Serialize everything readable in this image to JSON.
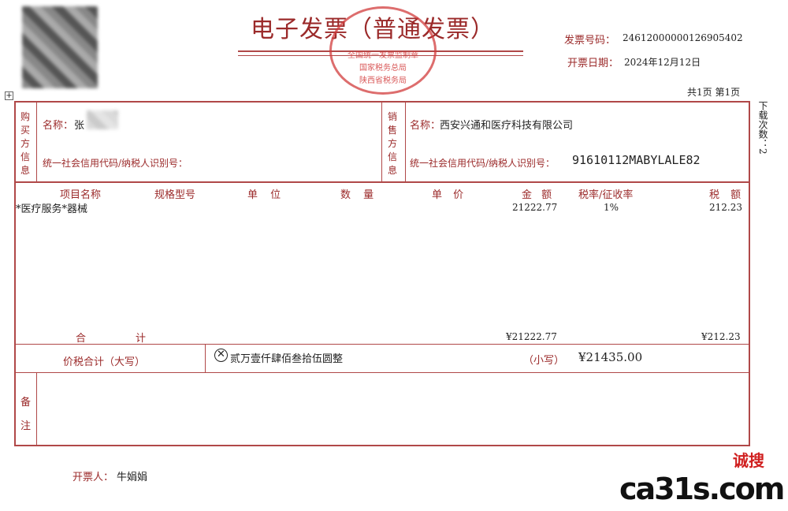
{
  "title": "电子发票（普通发票）",
  "invoice_no_label": "发票号码：",
  "invoice_no": "24612000000126905402",
  "date_label": "开票日期：",
  "date": "2024年12月12日",
  "pages": "共1页  第1页",
  "seal": {
    "top": "全国统一发票监制章",
    "mid": "国家税务总局",
    "bottom": "陕西省税务局"
  },
  "buyer": {
    "section": "购买方信息",
    "name_label": "名称：",
    "name": "张",
    "tax_label": "统一社会信用代码/纳税人识别号：",
    "tax_id": ""
  },
  "seller": {
    "section": "销售方信息",
    "name_label": "名称：",
    "name": "西安兴通和医疗科技有限公司",
    "tax_label": "统一社会信用代码/纳税人识别号：",
    "tax_id": "91610112MABYLALE82"
  },
  "download_count": "下载次数：2",
  "columns": [
    "项目名称",
    "规格型号",
    "单 位",
    "数 量",
    "单 价",
    "金 额",
    "税率/征收率",
    "税 额"
  ],
  "items": [
    {
      "name": "*医疗服务*器械",
      "amount": "21222.77",
      "rate": "1%",
      "tax": "212.23"
    }
  ],
  "total_label_1": "合",
  "total_label_2": "计",
  "total_amount": "¥21222.77",
  "total_tax": "¥212.23",
  "grand_label": "价税合计（大写）",
  "grand_words": "贰万壹仟肆佰叁拾伍圆整",
  "small_label": "（小写）",
  "grand_small": "¥21435.00",
  "remark_label": "备注",
  "issuer_label": "开票人：",
  "issuer": "牛娟娟",
  "watermark": {
    "logo": "ca31s.com",
    "cn": "诚搜"
  },
  "colors": {
    "red": "#9b2a2a",
    "line": "#b04848"
  }
}
